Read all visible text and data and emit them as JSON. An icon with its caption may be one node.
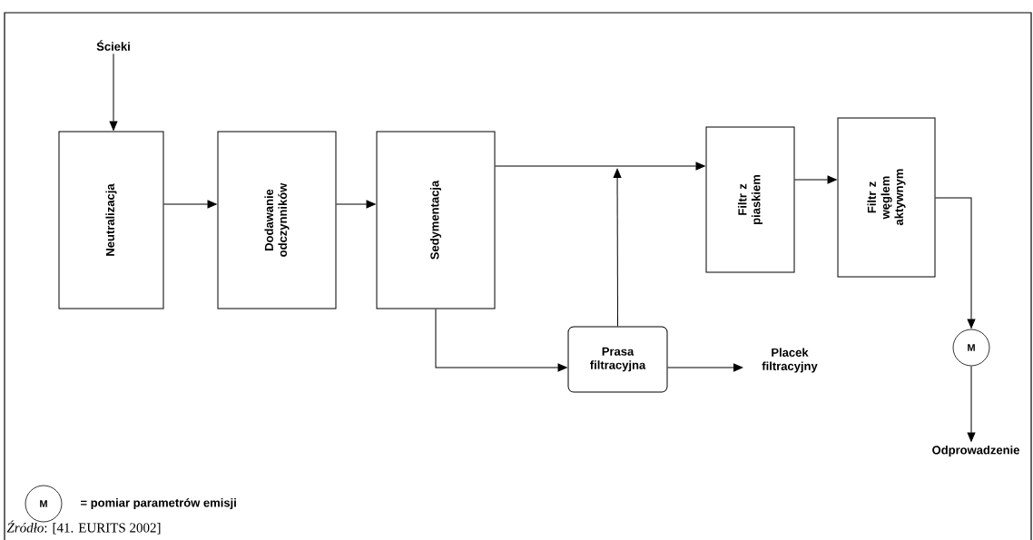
{
  "diagram": {
    "caption": "*Źródło*: [41. EURITS 2002]",
    "nodes": [
      {
        "text": [
          "Ścieki"
        ]
      },
      {
        "text": [
          "Neutralizacja"
        ]
      },
      {
        "text": [
          "Dodawanie odczynników"
        ]
      },
      {
        "text": [
          "Sedymentacja"
        ]
      },
      {
        "text": [
          "Filtr z piaskiem"
        ]
      },
      {
        "text": [
          "Filtr z węglem aktywnym"
        ]
      },
      {
        "text": [
          "Prasa filtracyjna"
        ]
      },
      {
        "text": [
          "Placek filtracyjny"
        ]
      },
      {
        "text": [
          "M"
        ]
      },
      {
        "text": [
          "Odprowadzenie"
        ]
      }
    ],
    "edges": [
      {
        "from": 0,
        "to": 1,
        "arrow": "to"
      },
      {
        "from": 1,
        "to": 2,
        "arrow": "to"
      },
      {
        "from": 2,
        "to": 3,
        "arrow": "to"
      },
      {
        "from": 3,
        "to": 4,
        "arrow": "to"
      },
      {
        "from": 3,
        "to": 6,
        "arrow": "to"
      },
      {
        "from": 6,
        "to": null,
        "arrow": "to"
      },
      {
        "from": 6,
        "to": 7,
        "arrow": "to"
      },
      {
        "from": 4,
        "to": 5,
        "arrow": "to"
      },
      {
        "from": 5,
        "to": 8,
        "arrow": "to"
      },
      {
        "from": 8,
        "to": 9,
        "arrow": "to"
      }
    ],
    "labels": [
      "M"
    ],
    "legend": [
      {
        "text": "= pomiar parametrów emisji"
      }
    ]
  }
}
